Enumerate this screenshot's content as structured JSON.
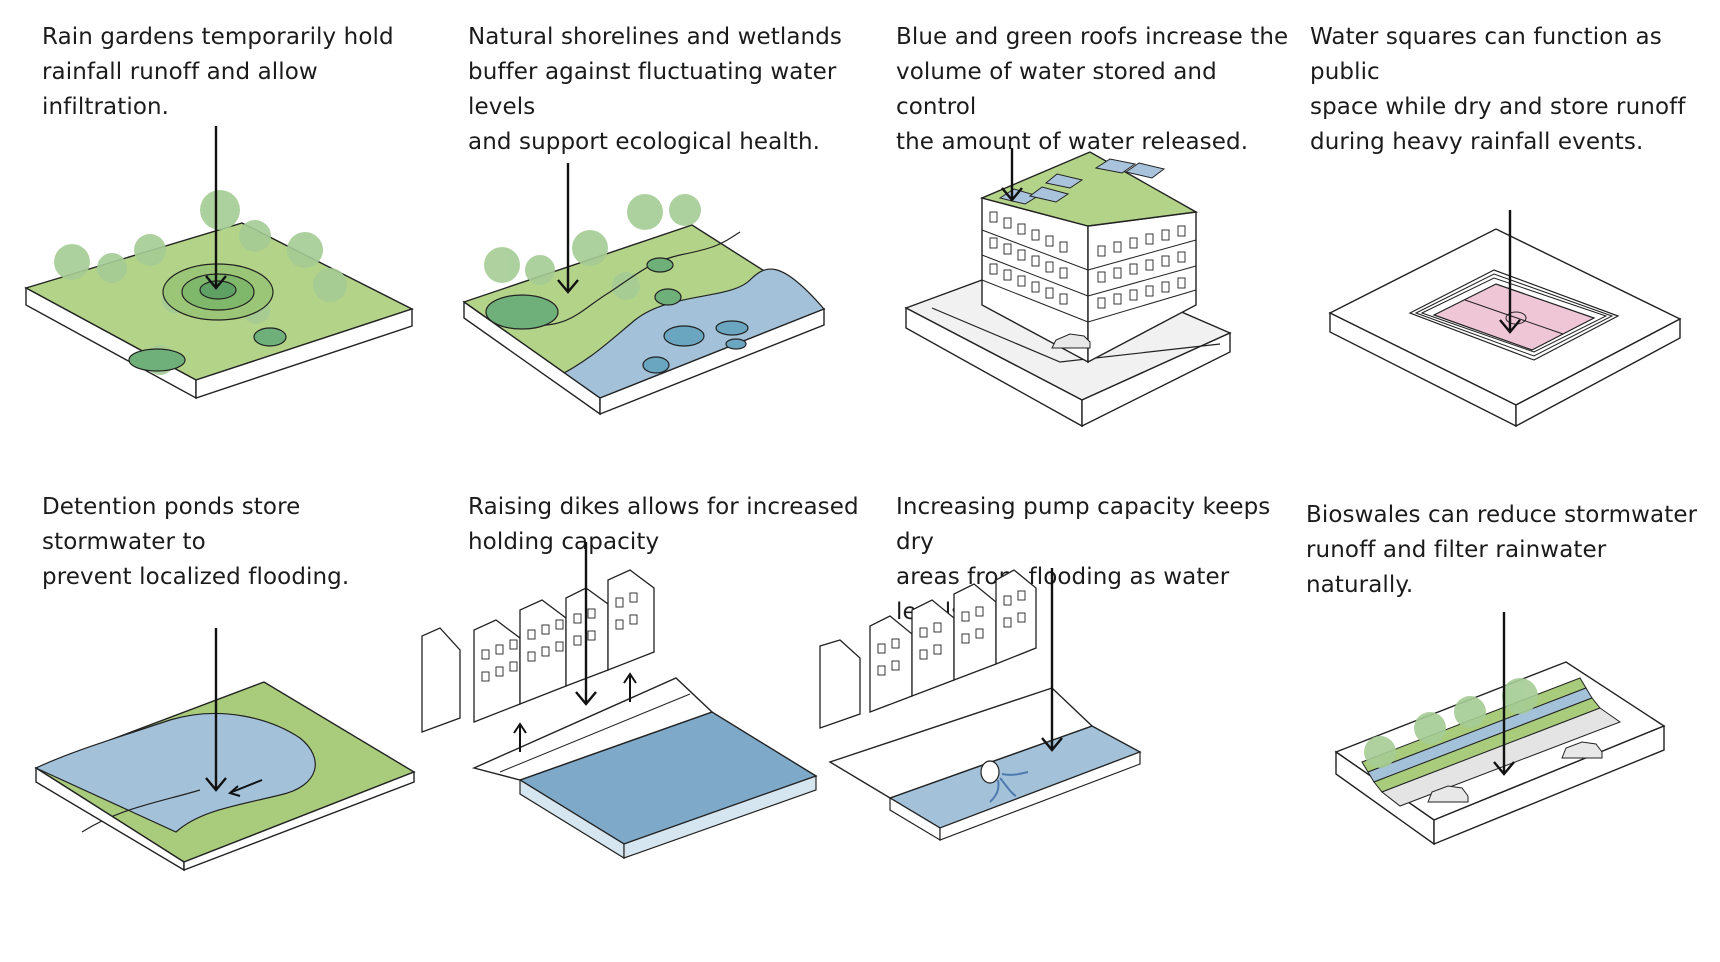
{
  "panels": [
    {
      "id": "rain-gardens",
      "caption": "Rain gardens temporarily hold\nrainfall runoff and allow infiltration."
    },
    {
      "id": "natural-shorelines",
      "caption": "Natural shorelines and wetlands\nbuffer against fluctuating water levels\nand support ecological health."
    },
    {
      "id": "blue-green-roofs",
      "caption": "Blue and green roofs increase the\nvolume of water stored and control\nthe amount of water released."
    },
    {
      "id": "water-squares",
      "caption": "Water squares can function as public\nspace while dry and store runoff\nduring heavy rainfall events."
    },
    {
      "id": "detention-ponds",
      "caption": "Detention ponds store stormwater to\nprevent localized flooding."
    },
    {
      "id": "raising-dikes",
      "caption": "Raising dikes allows for increased\nholding capacity"
    },
    {
      "id": "pump-capacity",
      "caption": "Increasing pump capacity keeps dry\nareas from flooding as water levels\nrise."
    },
    {
      "id": "bioswales",
      "caption": "Bioswales can reduce stormwater\nrunoff and filter rainwater naturally."
    }
  ],
  "colors": {
    "grass": "#a9cc7c",
    "grass_dark": "#8ab862",
    "water": "#a3c2d9",
    "water_deep": "#7ea9c9",
    "pond": "#6fb07a",
    "tree": "#9fc78f",
    "roof_blue": "#a9c3dd",
    "court": "#efc6d6",
    "outline": "#222222"
  },
  "icons": [
    "down-arrow-icon",
    "up-arrow-icon",
    "tree-icon",
    "car-icon",
    "pipe-icon"
  ]
}
